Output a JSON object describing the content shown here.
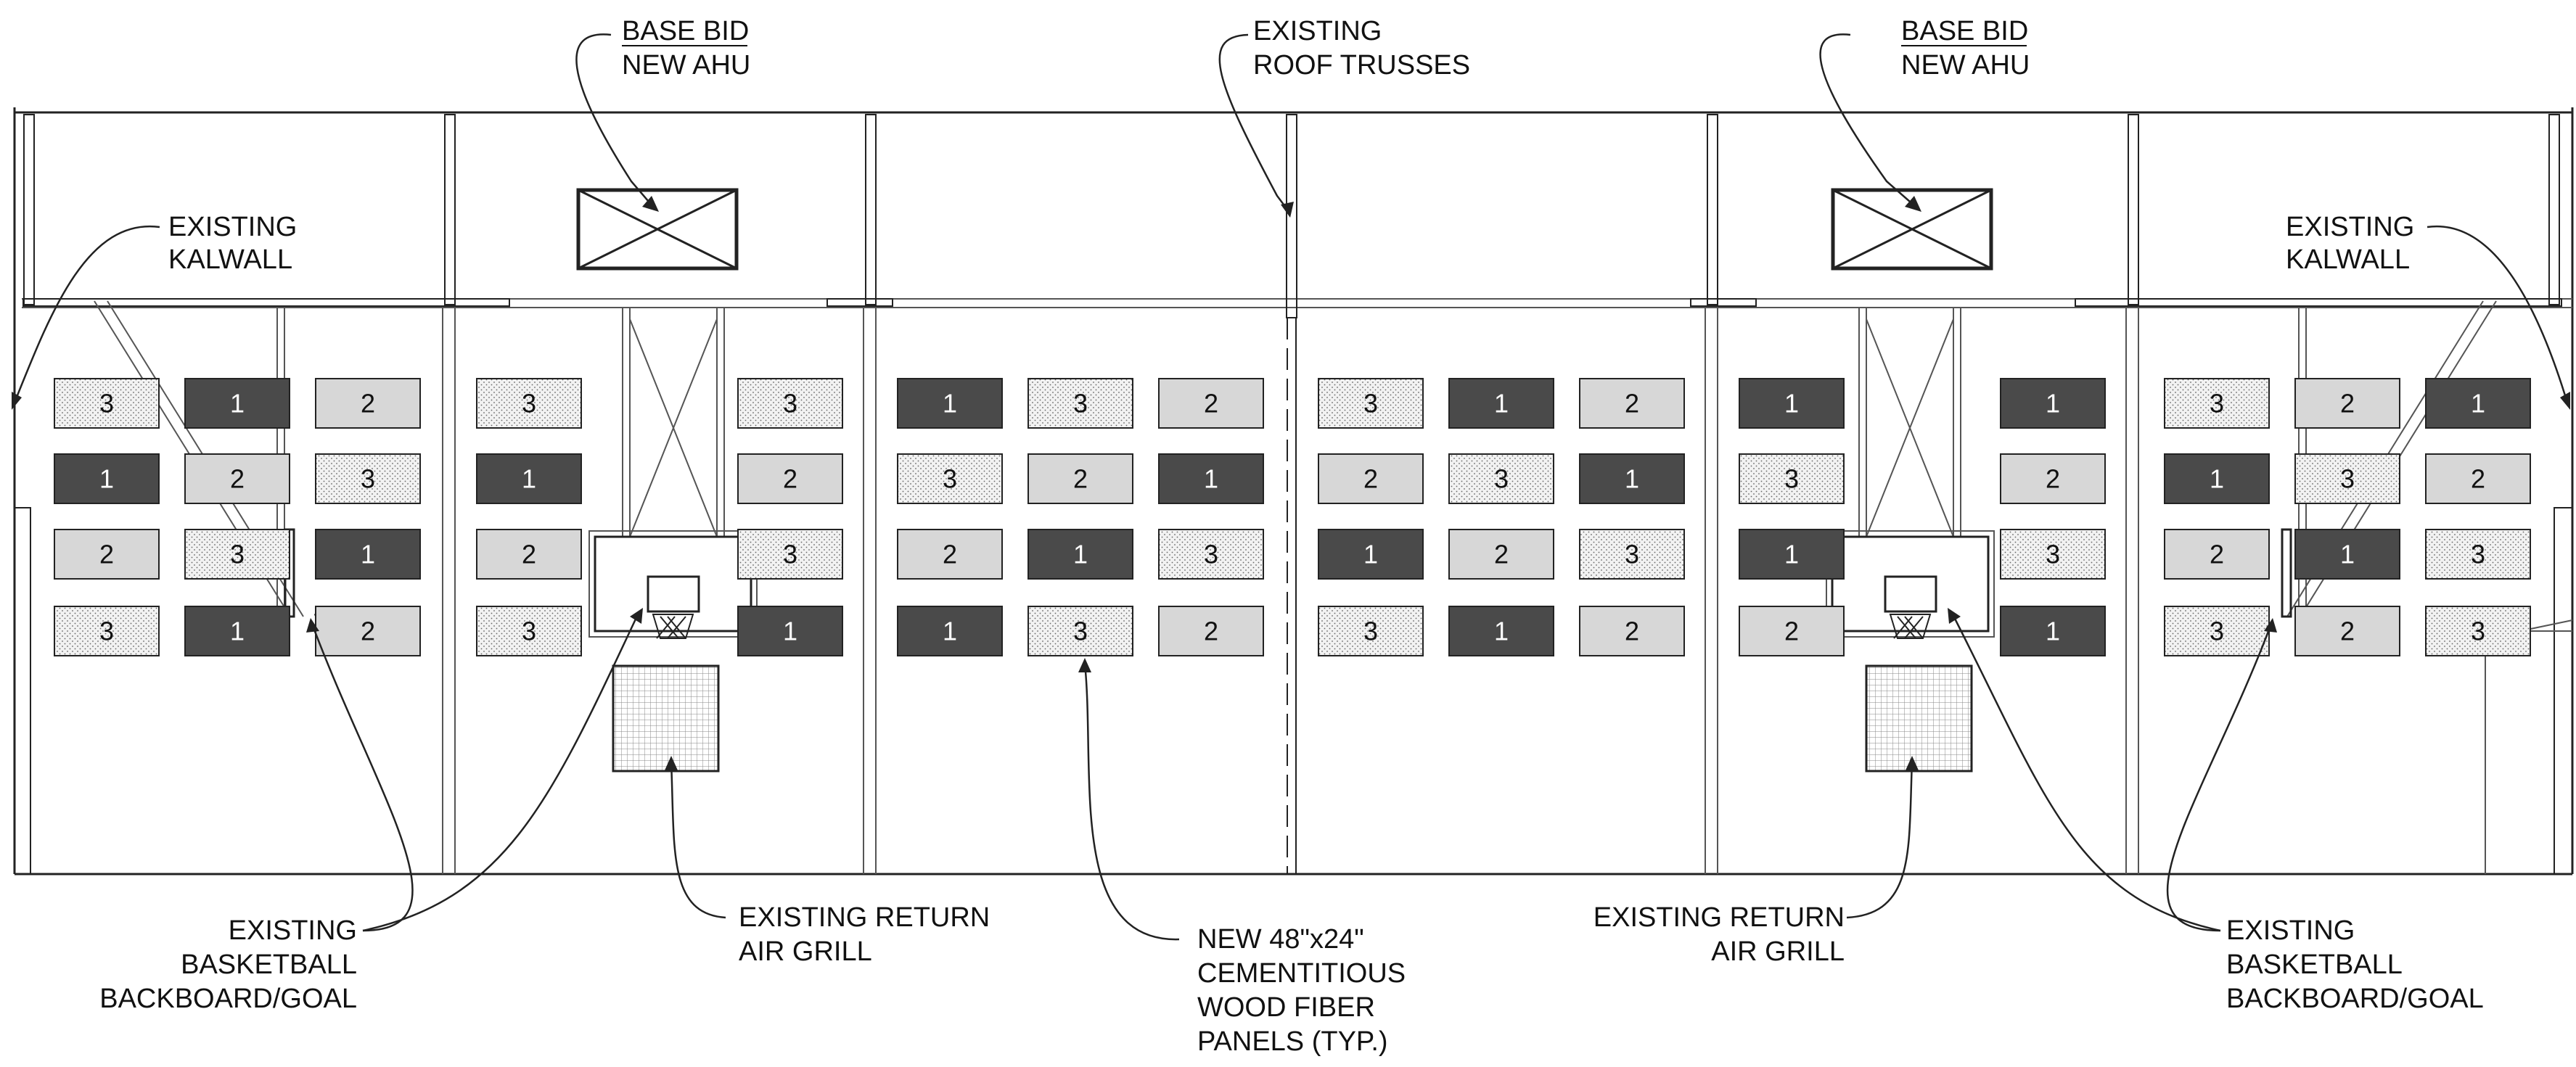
{
  "callouts": {
    "base_bid_left": {
      "underlined": "BASE BID",
      "line2": "NEW AHU"
    },
    "roof_trusses": {
      "line1": "EXISTING",
      "line2": "ROOF TRUSSES"
    },
    "base_bid_right": {
      "underlined": "BASE BID",
      "line2": "NEW AHU"
    },
    "kalwall_left": {
      "line1": "EXISTING",
      "line2": "KALWALL"
    },
    "kalwall_right": {
      "line1": "EXISTING",
      "line2": "KALWALL"
    },
    "basketball_left": {
      "line1": "EXISTING",
      "line2": "BASKETBALL",
      "line3": "BACKBOARD/GOAL"
    },
    "return_grill_left": {
      "line1": "EXISTING RETURN",
      "line2": "AIR GRILL"
    },
    "panels_note": {
      "line1": "NEW 48\"x24\"",
      "line2": "CEMENTITIOUS",
      "line3": "WOOD FIBER",
      "line4": "PANELS (TYP.)"
    },
    "return_grill_right": {
      "line1": "EXISTING RETURN",
      "line2": "AIR GRILL"
    },
    "basketball_right": {
      "line1": "EXISTING",
      "line2": "BASKETBALL",
      "line3": "BACKBOARD/GOAL"
    }
  },
  "panel_legend_colors": {
    "1": "#4a4a4a",
    "2": "#d7d7d7",
    "3": "#eeeeee"
  },
  "panel_bays": [
    {
      "cols": [
        75,
        255,
        435
      ],
      "rows": [
        [
          "3",
          "1",
          "2"
        ],
        [
          "1",
          "2",
          "3"
        ],
        [
          "2",
          "3",
          "1"
        ],
        [
          "3",
          "1",
          "2"
        ]
      ]
    },
    {
      "cols": [
        657,
        1017
      ],
      "rows": [
        [
          "3",
          "3"
        ],
        [
          "1",
          "2"
        ],
        [
          "2",
          "3"
        ],
        [
          "3",
          "1"
        ]
      ]
    },
    {
      "cols": [
        1237,
        1417,
        1597
      ],
      "rows": [
        [
          "1",
          "3",
          "2"
        ],
        [
          "3",
          "2",
          "1"
        ],
        [
          "2",
          "1",
          "3"
        ],
        [
          "1",
          "3",
          "2"
        ]
      ]
    },
    {
      "cols": [
        1817,
        1997,
        2177
      ],
      "rows": [
        [
          "3",
          "1",
          "2"
        ],
        [
          "2",
          "3",
          "1"
        ],
        [
          "1",
          "2",
          "3"
        ],
        [
          "3",
          "1",
          "2"
        ]
      ]
    },
    {
      "cols": [
        2397,
        2757
      ],
      "rows": [
        [
          "1",
          "1"
        ],
        [
          "3",
          "2"
        ],
        [
          "1",
          "3"
        ],
        [
          "2",
          "1"
        ]
      ]
    },
    {
      "cols": [
        2983,
        3163,
        3343
      ],
      "rows": [
        [
          "3",
          "2",
          "1"
        ],
        [
          "1",
          "3",
          "2"
        ],
        [
          "2",
          "1",
          "3"
        ],
        [
          "3",
          "2",
          "3"
        ]
      ]
    }
  ]
}
